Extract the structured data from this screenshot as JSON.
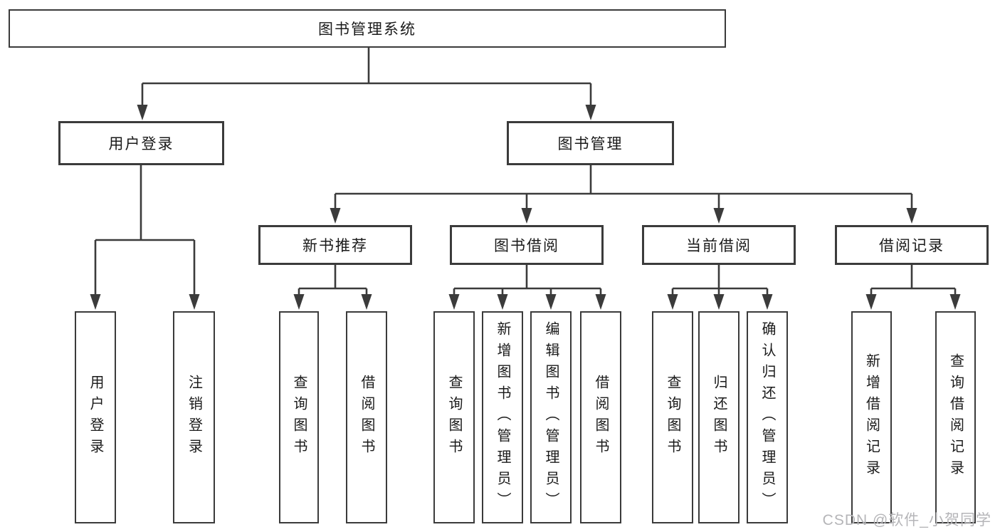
{
  "tree": {
    "label": "图书管理系统",
    "children": [
      {
        "label": "用户登录",
        "children": [
          {
            "label": "用户登录"
          },
          {
            "label": "注销登录"
          }
        ]
      },
      {
        "label": "图书管理",
        "children": [
          {
            "label": "新书推荐",
            "children": [
              {
                "label": "查询图书"
              },
              {
                "label": "借阅图书"
              }
            ]
          },
          {
            "label": "图书借阅",
            "children": [
              {
                "label": "查询图书"
              },
              {
                "label": "新增图书（管理员）"
              },
              {
                "label": "编辑图书（管理员）"
              },
              {
                "label": "借阅图书"
              }
            ]
          },
          {
            "label": "当前借阅",
            "children": [
              {
                "label": "查询图书"
              },
              {
                "label": "归还图书"
              },
              {
                "label": "确认归还（管理员）"
              }
            ]
          },
          {
            "label": "借阅记录",
            "children": [
              {
                "label": "新增借阅记录"
              },
              {
                "label": "查询借阅记录"
              }
            ]
          }
        ]
      }
    ]
  },
  "watermark": {
    "text": "CSDN @软件_小贺同学"
  },
  "colors": {
    "line": "#3b3b3b",
    "box_border": "#3b3b3b",
    "text": "#1a1a1a",
    "watermark": "#b5b5b8",
    "background": "#ffffff"
  }
}
